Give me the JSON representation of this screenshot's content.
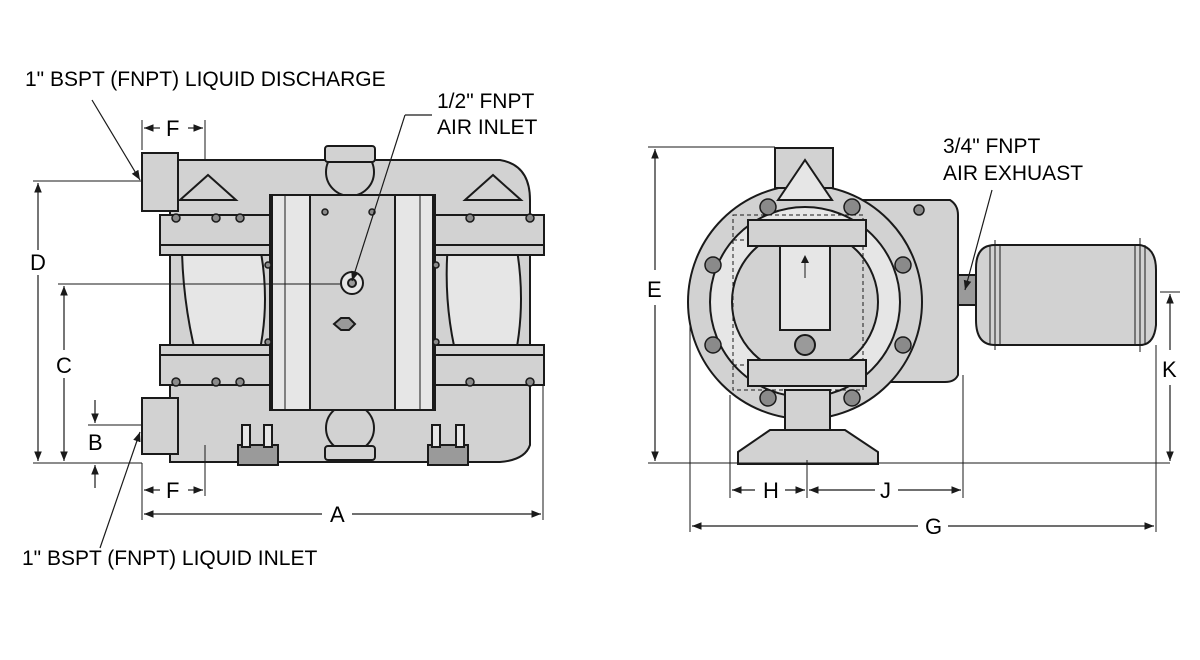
{
  "labels": {
    "discharge": "1\" BSPT (FNPT) LIQUID DISCHARGE",
    "air_inlet_line1": "1/2\" FNPT",
    "air_inlet_line2": "AIR INLET",
    "inlet": "1\" BSPT (FNPT) LIQUID INLET",
    "air_exhaust_line1": "3/4\" FNPT",
    "air_exhaust_line2": "AIR EXHUAST"
  },
  "dimensions": {
    "A": "A",
    "B": "B",
    "C": "C",
    "D": "D",
    "E": "E",
    "F": "F",
    "G": "G",
    "H": "H",
    "J": "J",
    "K": "K"
  }
}
